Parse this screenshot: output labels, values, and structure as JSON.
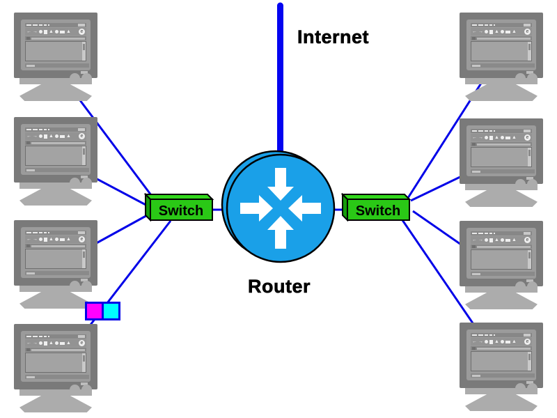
{
  "labels": {
    "internet": "Internet",
    "router": "Router"
  },
  "switches": [
    {
      "id": "switch-left",
      "label": "Switch"
    },
    {
      "id": "switch-right",
      "label": "Switch"
    }
  ],
  "computers": [
    {
      "id": "pc-left-1"
    },
    {
      "id": "pc-left-2"
    },
    {
      "id": "pc-left-3"
    },
    {
      "id": "pc-left-4"
    },
    {
      "id": "pc-right-1"
    },
    {
      "id": "pc-right-2"
    },
    {
      "id": "pc-right-3"
    },
    {
      "id": "pc-right-4"
    }
  ],
  "connections": [
    {
      "from": "internet",
      "to": "router"
    },
    {
      "from": "switch-left",
      "to": "router"
    },
    {
      "from": "switch-right",
      "to": "router"
    },
    {
      "from": "pc-left-1",
      "to": "switch-left"
    },
    {
      "from": "pc-left-2",
      "to": "switch-left"
    },
    {
      "from": "pc-left-3",
      "to": "switch-left"
    },
    {
      "from": "pc-left-4",
      "to": "switch-left",
      "via": "connector"
    },
    {
      "from": "pc-right-1",
      "to": "switch-right"
    },
    {
      "from": "pc-right-2",
      "to": "switch-right"
    },
    {
      "from": "pc-right-3",
      "to": "switch-right"
    },
    {
      "from": "pc-right-4",
      "to": "switch-right"
    }
  ],
  "colors": {
    "line_blue": "#0202E8",
    "internet_bar_blue": "#0404F0",
    "router_fill": "#1AA0E8",
    "switch_face_green": "#2AC816",
    "switch_top_green": "#32D61C",
    "switch_side_green": "#149D0A",
    "monitor_gray": "#7A7A7A",
    "pedestal_gray": "#ACACAC",
    "connector_left": "#FF00FF",
    "connector_right": "#00FFFF",
    "label_black": "#000000"
  }
}
